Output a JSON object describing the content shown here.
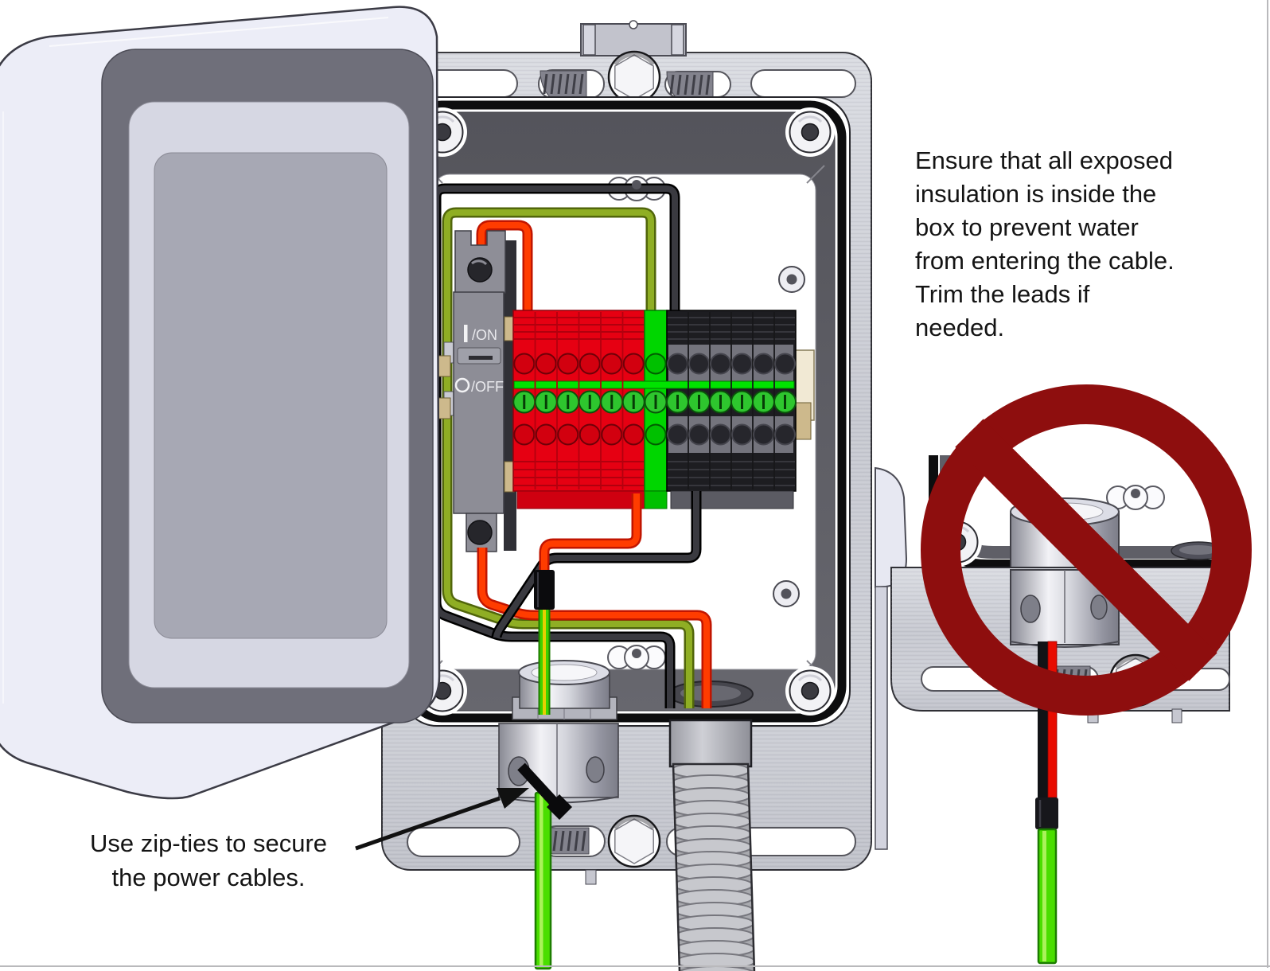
{
  "figure": {
    "kind": "junction-box wiring instruction illustration"
  },
  "annotations": {
    "insulation_note": {
      "lines": [
        "Ensure that all exposed",
        "insulation is inside the",
        "box to prevent water",
        "from entering the cable.",
        "Trim the leads if",
        "needed."
      ]
    },
    "ziptie_note": {
      "lines": [
        "Use zip-ties to secure",
        "the power cables."
      ]
    }
  },
  "breaker": {
    "on_symbol": "|",
    "on_label": "/ON",
    "off_symbol": "O",
    "off_label": "/OFF"
  },
  "terminals": {
    "red": 6,
    "green": 1,
    "black": 6
  },
  "colors": {
    "terminal_red": "#e60012",
    "terminal_green": "#00d600",
    "terminal_black": "#1d1d21",
    "screw_green": "#2ec62e",
    "wire_black": "#3a3a40",
    "wire_olive": "#8fae24",
    "wire_red": "#ff3c00",
    "ground_green": "#3fd200",
    "ground_yellow": "#e6cf00",
    "cable_green": "#4ade00",
    "prohibition_red": "#8e0e0e",
    "plate_metal": "#c9cbd3",
    "lid_metal": "#ecedf7",
    "gasket_black": "#0d0d0e",
    "conduit_gray": "#a8a9ae",
    "din_tan": "#cdb98c"
  }
}
